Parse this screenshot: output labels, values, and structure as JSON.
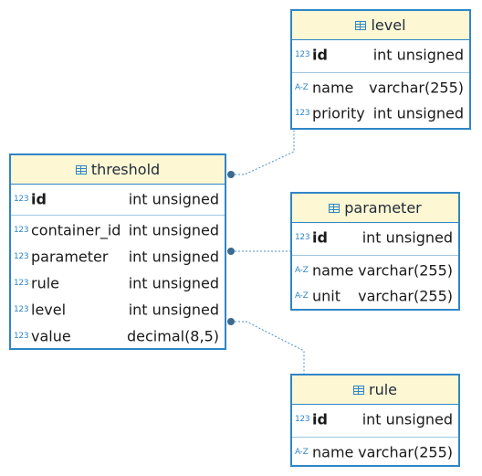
{
  "entities": {
    "level": {
      "title": "level",
      "columns": [
        {
          "icon": "123",
          "name": "id",
          "type": "int unsigned"
        },
        {
          "icon": "A-Z",
          "name": "name",
          "type": "varchar(255)"
        },
        {
          "icon": "123",
          "name": "priority",
          "type": "int unsigned"
        }
      ]
    },
    "threshold": {
      "title": "threshold",
      "columns": [
        {
          "icon": "123",
          "name": "id",
          "type": "int unsigned"
        },
        {
          "icon": "123",
          "name": "container_id",
          "type": "int unsigned"
        },
        {
          "icon": "123",
          "name": "parameter",
          "type": "int unsigned"
        },
        {
          "icon": "123",
          "name": "rule",
          "type": "int unsigned"
        },
        {
          "icon": "123",
          "name": "level",
          "type": "int unsigned"
        },
        {
          "icon": "123",
          "name": "value",
          "type": "decimal(8,5)"
        }
      ]
    },
    "parameter": {
      "title": "parameter",
      "columns": [
        {
          "icon": "123",
          "name": "id",
          "type": "int unsigned"
        },
        {
          "icon": "A-Z",
          "name": "name",
          "type": "varchar(255)"
        },
        {
          "icon": "A-Z",
          "name": "unit",
          "type": "varchar(255)"
        }
      ]
    },
    "rule": {
      "title": "rule",
      "columns": [
        {
          "icon": "123",
          "name": "id",
          "type": "int unsigned"
        },
        {
          "icon": "A-Z",
          "name": "name",
          "type": "varchar(255)"
        }
      ]
    }
  },
  "colors": {
    "border": "#2f86c6",
    "header_bg": "#fdf7d3",
    "connector": "#4a90c8"
  }
}
